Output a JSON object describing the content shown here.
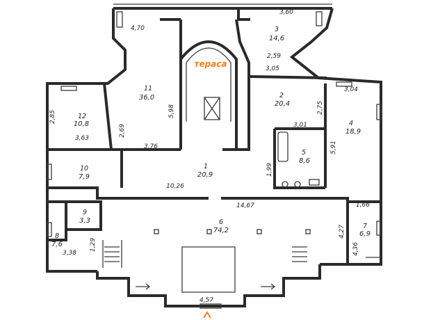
{
  "rooms": [
    {
      "id": "1",
      "number": "1",
      "area": "20,9"
    },
    {
      "id": "2",
      "number": "2",
      "area": "20,4"
    },
    {
      "id": "3",
      "number": "3",
      "area": "14,6"
    },
    {
      "id": "4",
      "number": "4",
      "area": "18,9"
    },
    {
      "id": "5",
      "number": "5",
      "area": "8,6"
    },
    {
      "id": "6",
      "number": "6",
      "area": "74,2"
    },
    {
      "id": "7",
      "number": "7",
      "area": "6,9"
    },
    {
      "id": "8",
      "number": "8",
      "area": "7,6"
    },
    {
      "id": "9",
      "number": "9",
      "area": "3,3"
    },
    {
      "id": "10",
      "number": "10",
      "area": "7,9"
    },
    {
      "id": "11",
      "number": "11",
      "area": "36,0"
    },
    {
      "id": "12",
      "number": "12",
      "area": "10,8"
    }
  ],
  "terrace": {
    "label": "тераса",
    "color": "#e8801a"
  },
  "dimensions": [
    "4,70",
    "3,60",
    "2,59",
    "3,05",
    "3,04",
    "5,98",
    "2,85",
    "3,63",
    "2,69",
    "3,76",
    "2,75",
    "3,01",
    "5,91",
    "1,99",
    "10,26",
    "14,67",
    "1,66",
    "4,27",
    "4,36",
    "3,38",
    "1,29",
    "4,57"
  ],
  "entrance_marker_color": "#e8801a"
}
